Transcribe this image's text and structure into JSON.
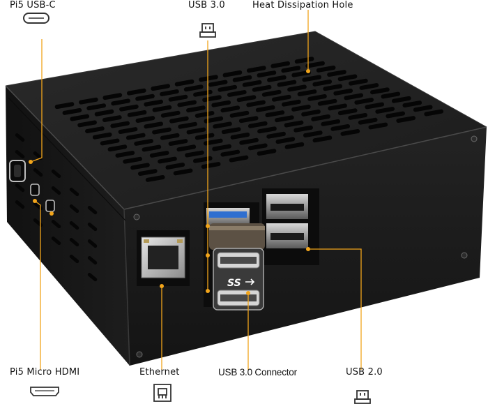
{
  "labels": {
    "usb_c": "Pi5 USB-C",
    "usb3": "USB 3.0",
    "heat": "Heat Dissipation Hole",
    "micro_hdmi": "Pi5 Micro HDMI",
    "ethernet": "Ethernet",
    "usb3_connector": "USB 3.0 Connector",
    "usb2": "USB 2.0"
  },
  "icons": {
    "usb_c": "usb-c-port-icon",
    "usb3": "usb-plug-icon",
    "micro_hdmi": "hdmi-port-icon",
    "ethernet": "ethernet-port-icon",
    "usb2": "usb-plug-icon"
  },
  "connector_logo_text": "SS",
  "colors": {
    "case": "#1e1e1e",
    "leader": "#f2a51b",
    "label": "#111111",
    "usb3_blue": "#2f6fd0"
  }
}
